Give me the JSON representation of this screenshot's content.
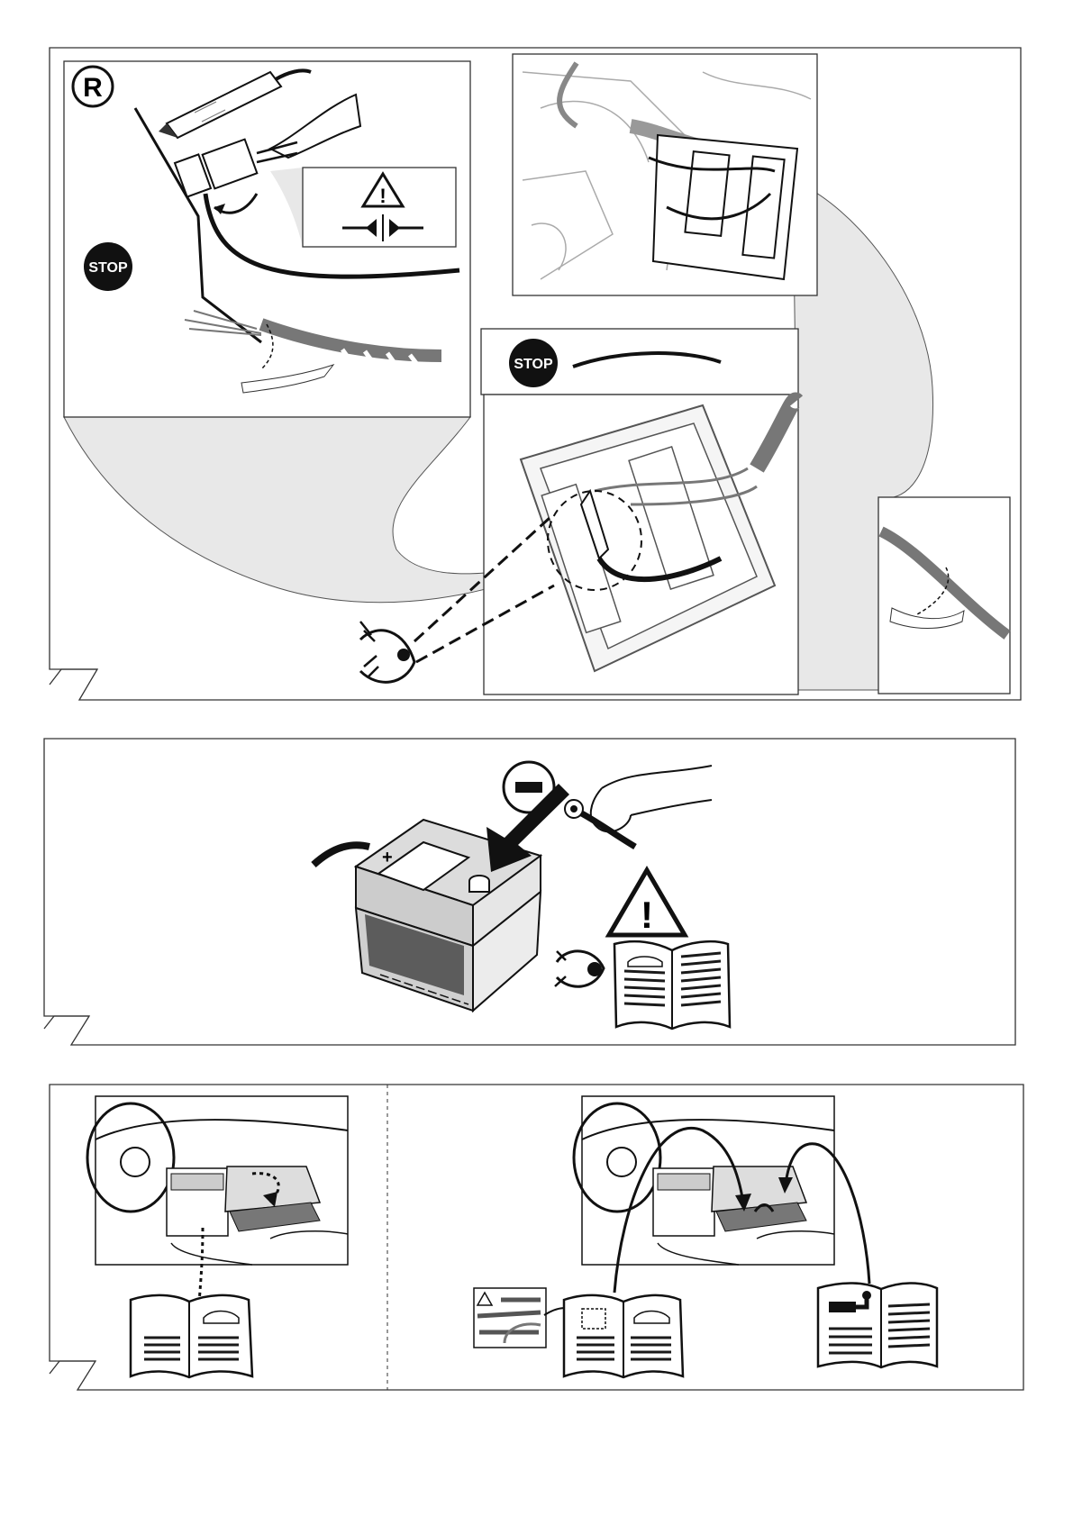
{
  "panel1": {
    "r_badge": "R",
    "stop_label_1": "STOP",
    "stop_label_2": "STOP",
    "icons": [
      "registered-badge-icon",
      "voltage-tester-icon",
      "pliers-icon",
      "warning-triangle-icon",
      "compress-arrows-icon",
      "eye-icon"
    ]
  },
  "panel2": {
    "minus_symbol": "−",
    "plus_symbol": "+",
    "icons": [
      "minus-terminal-icon",
      "battery-icon",
      "warning-triangle-icon",
      "eye-icon",
      "owner-manual-icon"
    ]
  },
  "panel3": {
    "icons": [
      "dashboard-glovebox-icon",
      "owner-manual-icon",
      "warning-sticker-icon",
      "towbar-manual-icon"
    ]
  }
}
